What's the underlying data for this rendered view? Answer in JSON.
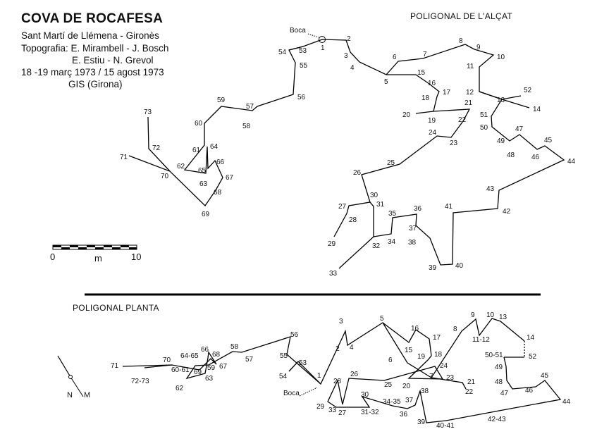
{
  "header": {
    "title": "COVA DE ROCAFESA",
    "location": "Sant Martí de Llémena - Gironès",
    "topo_1": "Topografia: E. Mirambell - J. Bosch",
    "topo_2": "E. Estiu - N. Grevol",
    "dates": "18 -19 març 1973 / 15 agost 1973",
    "group": "GIS (Girona)"
  },
  "sections": {
    "elevation_title": "POLIGONAL DE L'ALÇAT",
    "plan_title": "POLIGONAL PLANTA"
  },
  "scale_bar": {
    "zero": "0",
    "unit": "m",
    "max": "10"
  },
  "north_arrow": {
    "n": "N",
    "m": "M"
  },
  "entrance_label": "Boca",
  "elevation_stations": [
    "1",
    "2",
    "3",
    "4",
    "5",
    "6",
    "7",
    "8",
    "9",
    "10",
    "11",
    "12",
    "13",
    "14",
    "15",
    "16",
    "17",
    "18",
    "19",
    "20",
    "21",
    "22",
    "23",
    "24",
    "25",
    "26",
    "27",
    "28",
    "29",
    "30",
    "31",
    "32",
    "33",
    "34",
    "35",
    "36",
    "37",
    "38",
    "39",
    "40",
    "41",
    "42",
    "43",
    "44",
    "45",
    "46",
    "47",
    "48",
    "49",
    "50",
    "51",
    "52",
    "53",
    "54",
    "55",
    "56",
    "57",
    "58",
    "59",
    "60",
    "61",
    "62",
    "63",
    "64",
    "65",
    "66",
    "67",
    "68",
    "69",
    "70",
    "71",
    "72",
    "73"
  ],
  "plan_stations": [
    "1",
    "2",
    "3",
    "4",
    "5",
    "6",
    "7",
    "8",
    "9",
    "10",
    "11-12",
    "13",
    "14",
    "15",
    "16",
    "17",
    "18",
    "19",
    "20",
    "21",
    "22",
    "23",
    "24",
    "25",
    "26",
    "27",
    "28",
    "29",
    "30",
    "31-32",
    "33",
    "34-35",
    "36",
    "37",
    "38",
    "39",
    "40-41",
    "42-43",
    "44",
    "45",
    "46",
    "47",
    "48",
    "49",
    "50-51",
    "52",
    "53",
    "54",
    "55",
    "56",
    "57",
    "58",
    "59",
    "60-61",
    "62",
    "63",
    "64-65",
    "66",
    "67",
    "68",
    "69",
    "70",
    "71",
    "72-73"
  ]
}
